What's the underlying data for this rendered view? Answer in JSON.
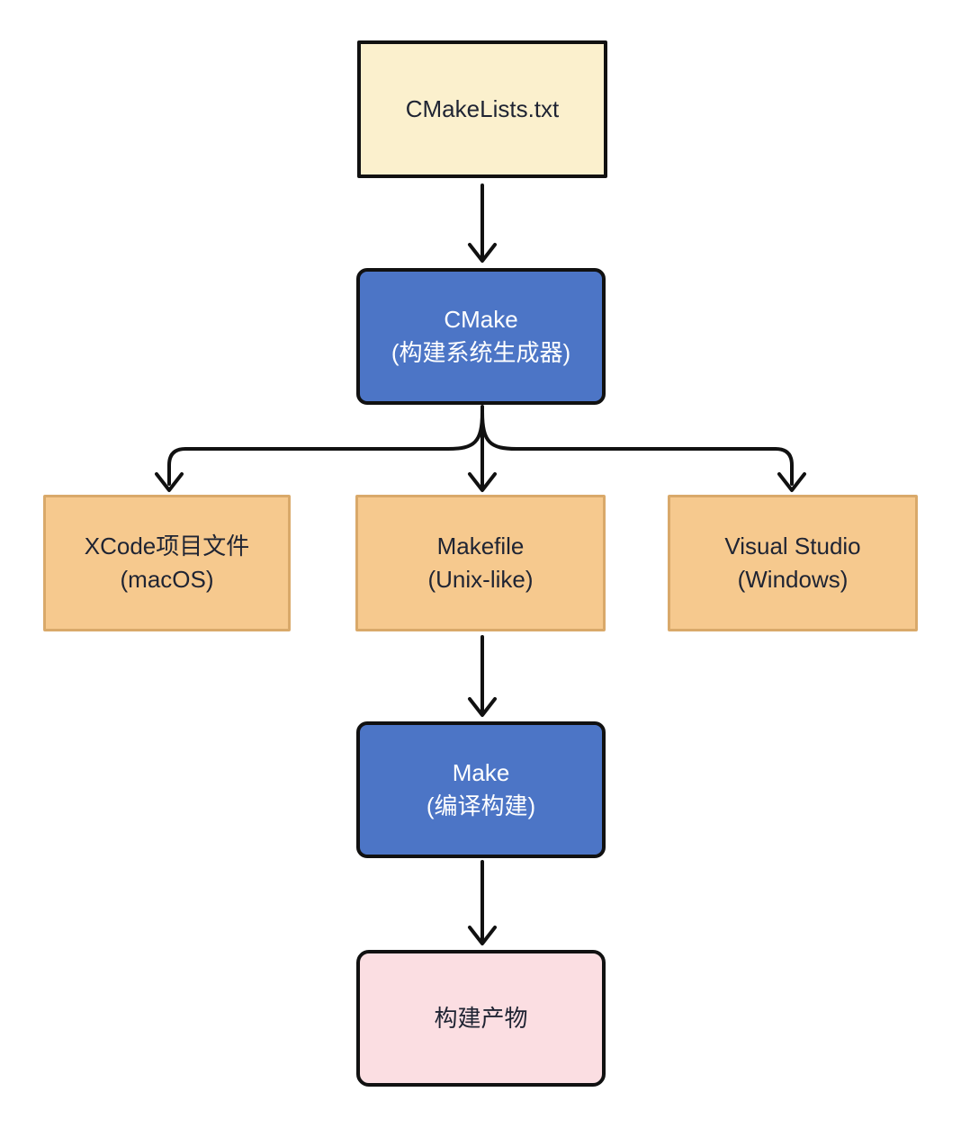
{
  "diagram": {
    "title": "CMake build pipeline flowchart",
    "nodes": {
      "cmakelists": {
        "line1": "CMakeLists.txt",
        "line2": ""
      },
      "cmake": {
        "line1": "CMake",
        "line2": "(构建系统生成器)"
      },
      "xcode": {
        "line1": "XCode项目文件",
        "line2": "(macOS)"
      },
      "makefile": {
        "line1": "Makefile",
        "line2": "(Unix-like)"
      },
      "visualstudio": {
        "line1": "Visual Studio",
        "line2": "(Windows)"
      },
      "make": {
        "line1": "Make",
        "line2": "(编译构建)"
      },
      "artifact": {
        "line1": "构建产物",
        "line2": ""
      }
    },
    "edges": [
      {
        "from": "cmakelists",
        "to": "cmake"
      },
      {
        "from": "cmake",
        "to": "xcode"
      },
      {
        "from": "cmake",
        "to": "makefile"
      },
      {
        "from": "cmake",
        "to": "visualstudio"
      },
      {
        "from": "makefile",
        "to": "make"
      },
      {
        "from": "make",
        "to": "artifact"
      }
    ],
    "colors": {
      "background": "#ffffff",
      "file_fill": "#fbf0cd",
      "blue_fill": "#4c75c6",
      "orange_fill": "#f6c98e",
      "orange_border": "#d9a96a",
      "pink_fill": "#fbdee2",
      "stroke": "#111111",
      "text_dark": "#1f2433",
      "text_light": "#ffffff"
    }
  }
}
